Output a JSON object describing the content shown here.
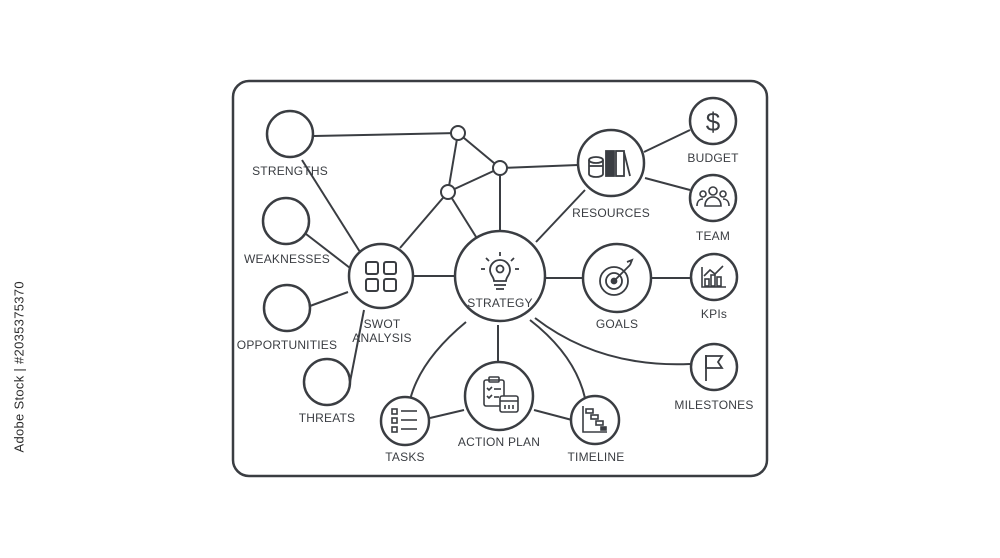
{
  "diagram": {
    "center": "STRATEGY",
    "nodes": {
      "swot": [
        "SWOT",
        "ANALYSIS"
      ],
      "strengths": "STRENGTHS",
      "weaknesses": "WEAKNESSES",
      "opportunities": "OPPORTUNITIES",
      "threats": "THREATS",
      "resources": "RESOURCES",
      "budget": "BUDGET",
      "team": "TEAM",
      "goals": "GOALS",
      "kpis": "KPIs",
      "milestones": "MILESTONES",
      "action_plan": "ACTION PLAN",
      "tasks": "TASKS",
      "timeline": "TIMELINE"
    },
    "colors": {
      "stroke": "#3a3d42",
      "fill": "#ffffff"
    }
  },
  "watermark": {
    "side_text": "Adobe Stock | #2035375370"
  }
}
